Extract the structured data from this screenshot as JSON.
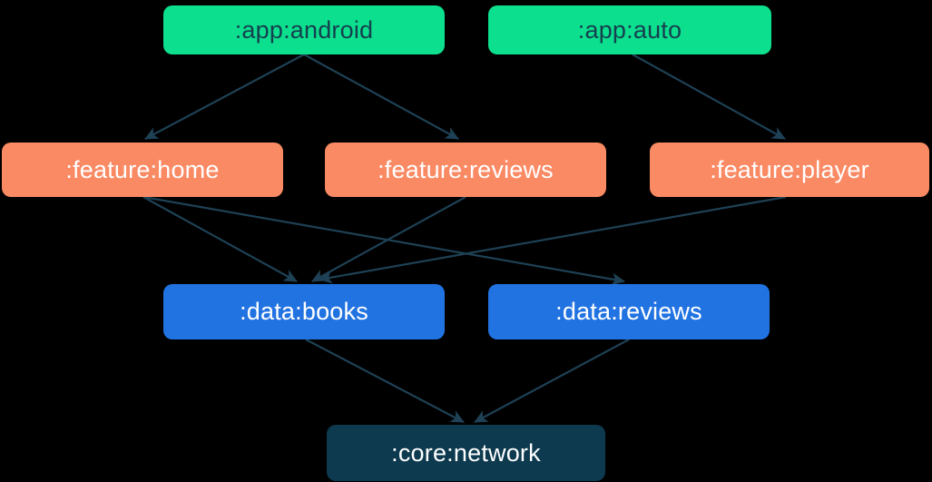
{
  "diagram": {
    "title": "module-dependency-graph",
    "background_color": "#000000",
    "edge_color": "#1e4155",
    "nodes": [
      {
        "id": "app-android",
        "label": ":app:android",
        "group": "app",
        "bg_color": "#0cdf8d",
        "text_color": "#15404f"
      },
      {
        "id": "app-auto",
        "label": ":app:auto",
        "group": "app",
        "bg_color": "#0cdf8d",
        "text_color": "#15404f"
      },
      {
        "id": "feature-home",
        "label": ":feature:home",
        "group": "feature",
        "bg_color": "#fa8a64",
        "text_color": "#ffffff"
      },
      {
        "id": "feature-reviews",
        "label": ":feature:reviews",
        "group": "feature",
        "bg_color": "#fa8a64",
        "text_color": "#ffffff"
      },
      {
        "id": "feature-player",
        "label": ":feature:player",
        "group": "feature",
        "bg_color": "#fa8a64",
        "text_color": "#ffffff"
      },
      {
        "id": "data-books",
        "label": ":data:books",
        "group": "data",
        "bg_color": "#2173e2",
        "text_color": "#ffffff"
      },
      {
        "id": "data-reviews",
        "label": ":data:reviews",
        "group": "data",
        "bg_color": "#2173e2",
        "text_color": "#ffffff"
      },
      {
        "id": "core-network",
        "label": ":core:network",
        "group": "core",
        "bg_color": "#0d3a4f",
        "text_color": "#ffffff"
      }
    ],
    "edges": [
      {
        "from": "app-android",
        "to": "feature-home"
      },
      {
        "from": "app-android",
        "to": "feature-reviews"
      },
      {
        "from": "app-auto",
        "to": "feature-player"
      },
      {
        "from": "feature-home",
        "to": "data-books"
      },
      {
        "from": "feature-home",
        "to": "data-reviews"
      },
      {
        "from": "feature-reviews",
        "to": "data-books"
      },
      {
        "from": "feature-player",
        "to": "data-books"
      },
      {
        "from": "data-books",
        "to": "core-network"
      },
      {
        "from": "data-reviews",
        "to": "core-network"
      }
    ]
  }
}
